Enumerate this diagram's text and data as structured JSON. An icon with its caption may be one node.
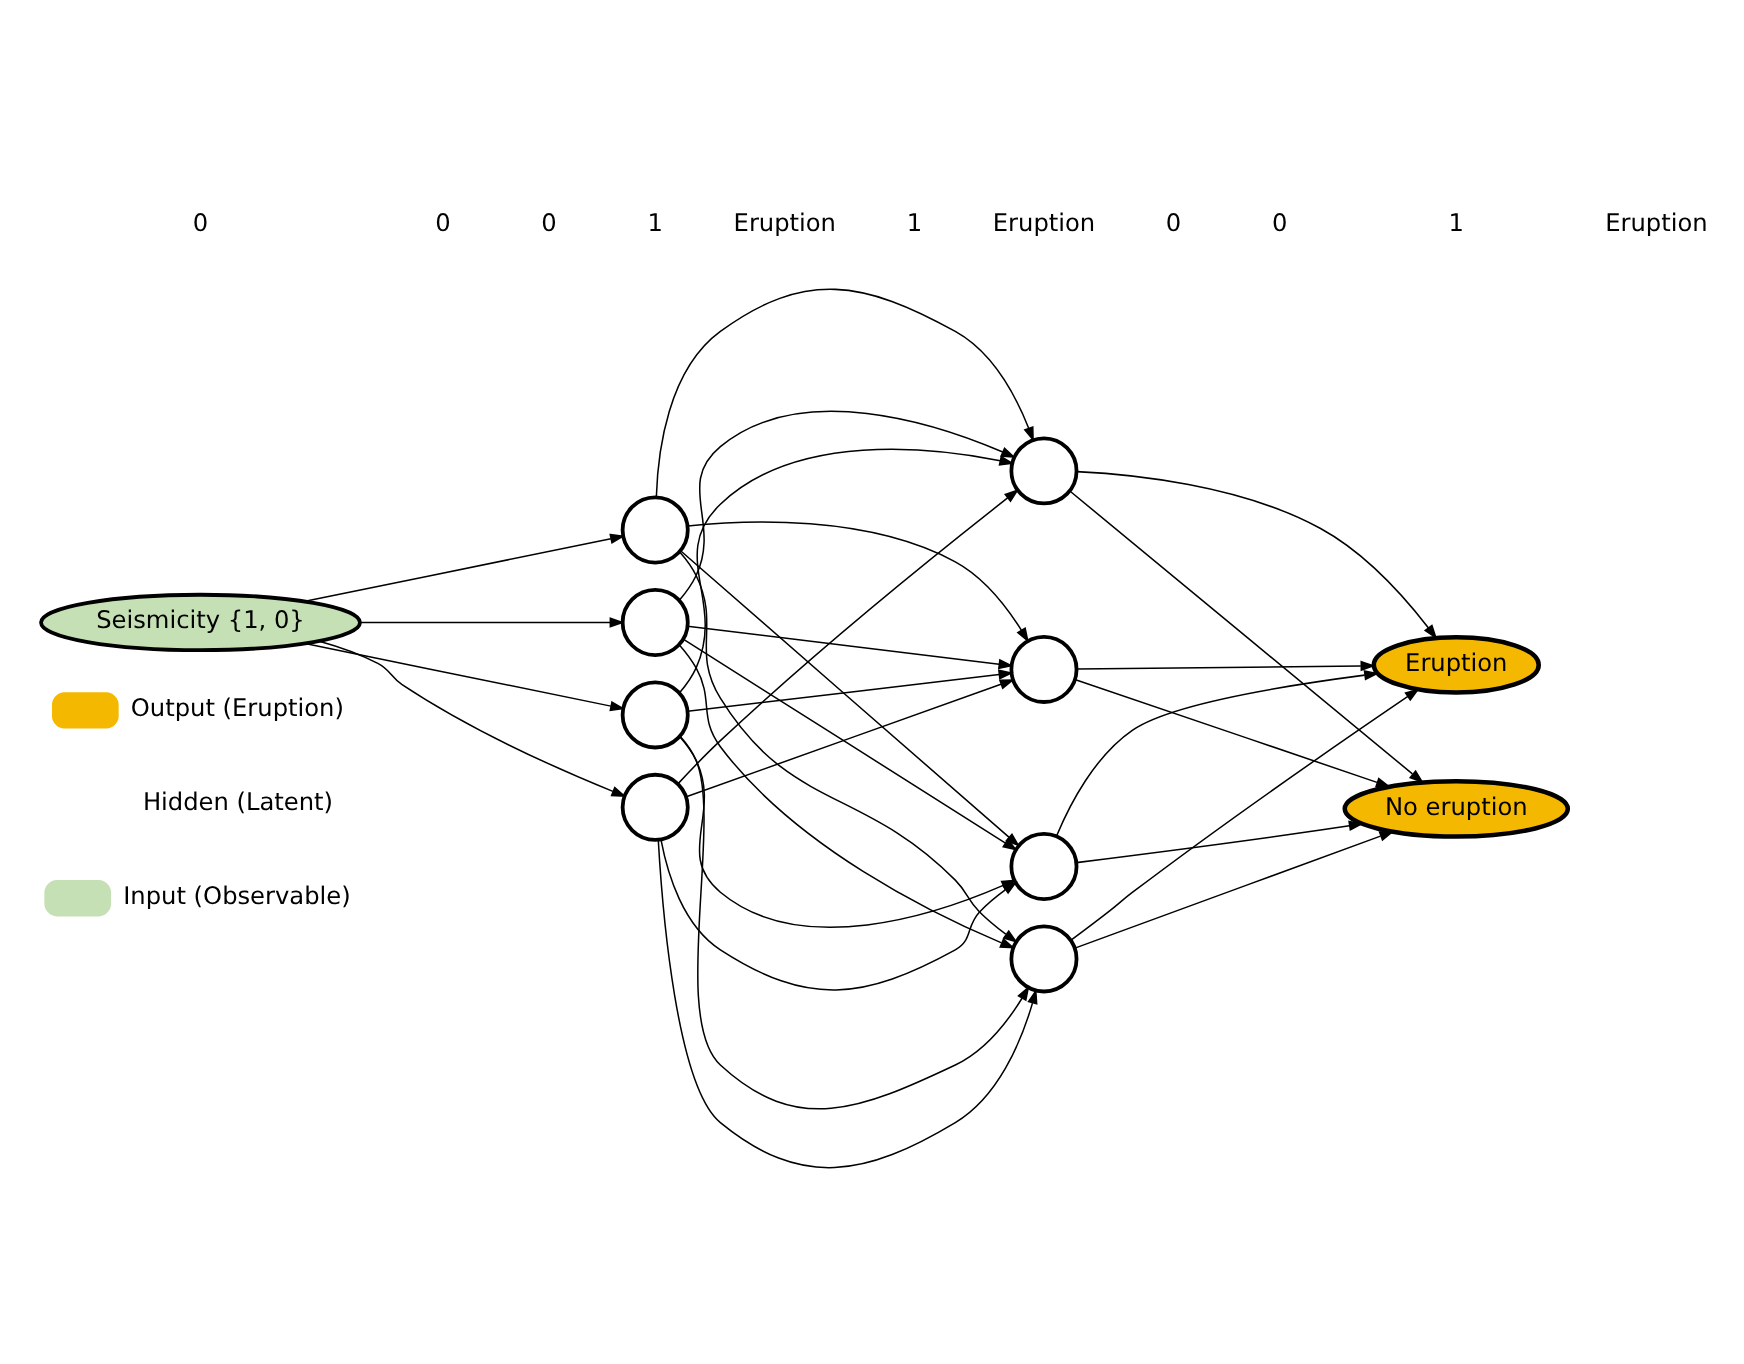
{
  "diagram": {
    "nodes": [
      {
        "text": [
          "Seismicity {1, 0}"
        ]
      },
      {
        "text": [],
        "shape": "circle"
      },
      {
        "text": [],
        "shape": "circle"
      },
      {
        "text": [],
        "shape": "circle"
      },
      {
        "text": [],
        "shape": "circle"
      },
      {
        "text": [],
        "shape": "circle"
      },
      {
        "text": [],
        "shape": "circle"
      },
      {
        "text": [],
        "shape": "circle"
      },
      {
        "text": [],
        "shape": "circle"
      },
      {
        "text": [
          "Eruption"
        ]
      },
      {
        "text": [
          "No eruption"
        ]
      }
    ],
    "edges": [
      {
        "from": 0,
        "to": 1,
        "arrow": "to"
      },
      {
        "from": 0,
        "to": 2,
        "arrow": "to"
      },
      {
        "from": 0,
        "to": 3,
        "arrow": "to"
      },
      {
        "from": 0,
        "to": 4,
        "arrow": "to"
      },
      {
        "from": 1,
        "to": 5,
        "arrow": "to"
      },
      {
        "from": 1,
        "to": 6,
        "arrow": "to"
      },
      {
        "from": 1,
        "to": 7,
        "arrow": "to"
      },
      {
        "from": 1,
        "to": 8,
        "arrow": "to"
      },
      {
        "from": 2,
        "to": 5,
        "arrow": "to"
      },
      {
        "from": 2,
        "to": 6,
        "arrow": "to"
      },
      {
        "from": 2,
        "to": 7,
        "arrow": "to"
      },
      {
        "from": 2,
        "to": 8,
        "arrow": "to"
      },
      {
        "from": 3,
        "to": 5,
        "arrow": "to"
      },
      {
        "from": 3,
        "to": 6,
        "arrow": "to"
      },
      {
        "from": 3,
        "to": 7,
        "arrow": "to"
      },
      {
        "from": 3,
        "to": 8,
        "arrow": "to"
      },
      {
        "from": 4,
        "to": 5,
        "arrow": "to"
      },
      {
        "from": 4,
        "to": 6,
        "arrow": "to"
      },
      {
        "from": 4,
        "to": 7,
        "arrow": "to"
      },
      {
        "from": 4,
        "to": 8,
        "arrow": "to"
      },
      {
        "from": 5,
        "to": 9,
        "arrow": "to"
      },
      {
        "from": 5,
        "to": 10,
        "arrow": "to"
      },
      {
        "from": 6,
        "to": 9,
        "arrow": "to"
      },
      {
        "from": 6,
        "to": 10,
        "arrow": "to"
      },
      {
        "from": 7,
        "to": 9,
        "arrow": "to"
      },
      {
        "from": 7,
        "to": 10,
        "arrow": "to"
      },
      {
        "from": 8,
        "to": 9,
        "arrow": "to"
      },
      {
        "from": 8,
        "to": 10,
        "arrow": "to"
      }
    ],
    "labels": [
      "0",
      "0",
      "0",
      "1",
      "Eruption",
      "1",
      "Eruption",
      "0",
      "0",
      "1",
      "Eruption"
    ],
    "legend": [
      {
        "text": "Output (Eruption)",
        "color": "#f5b800"
      },
      {
        "text": "Hidden (Latent)",
        "color": "#ffffff"
      },
      {
        "text": "Input (Observable)",
        "color": "#c5e0b4"
      }
    ]
  }
}
